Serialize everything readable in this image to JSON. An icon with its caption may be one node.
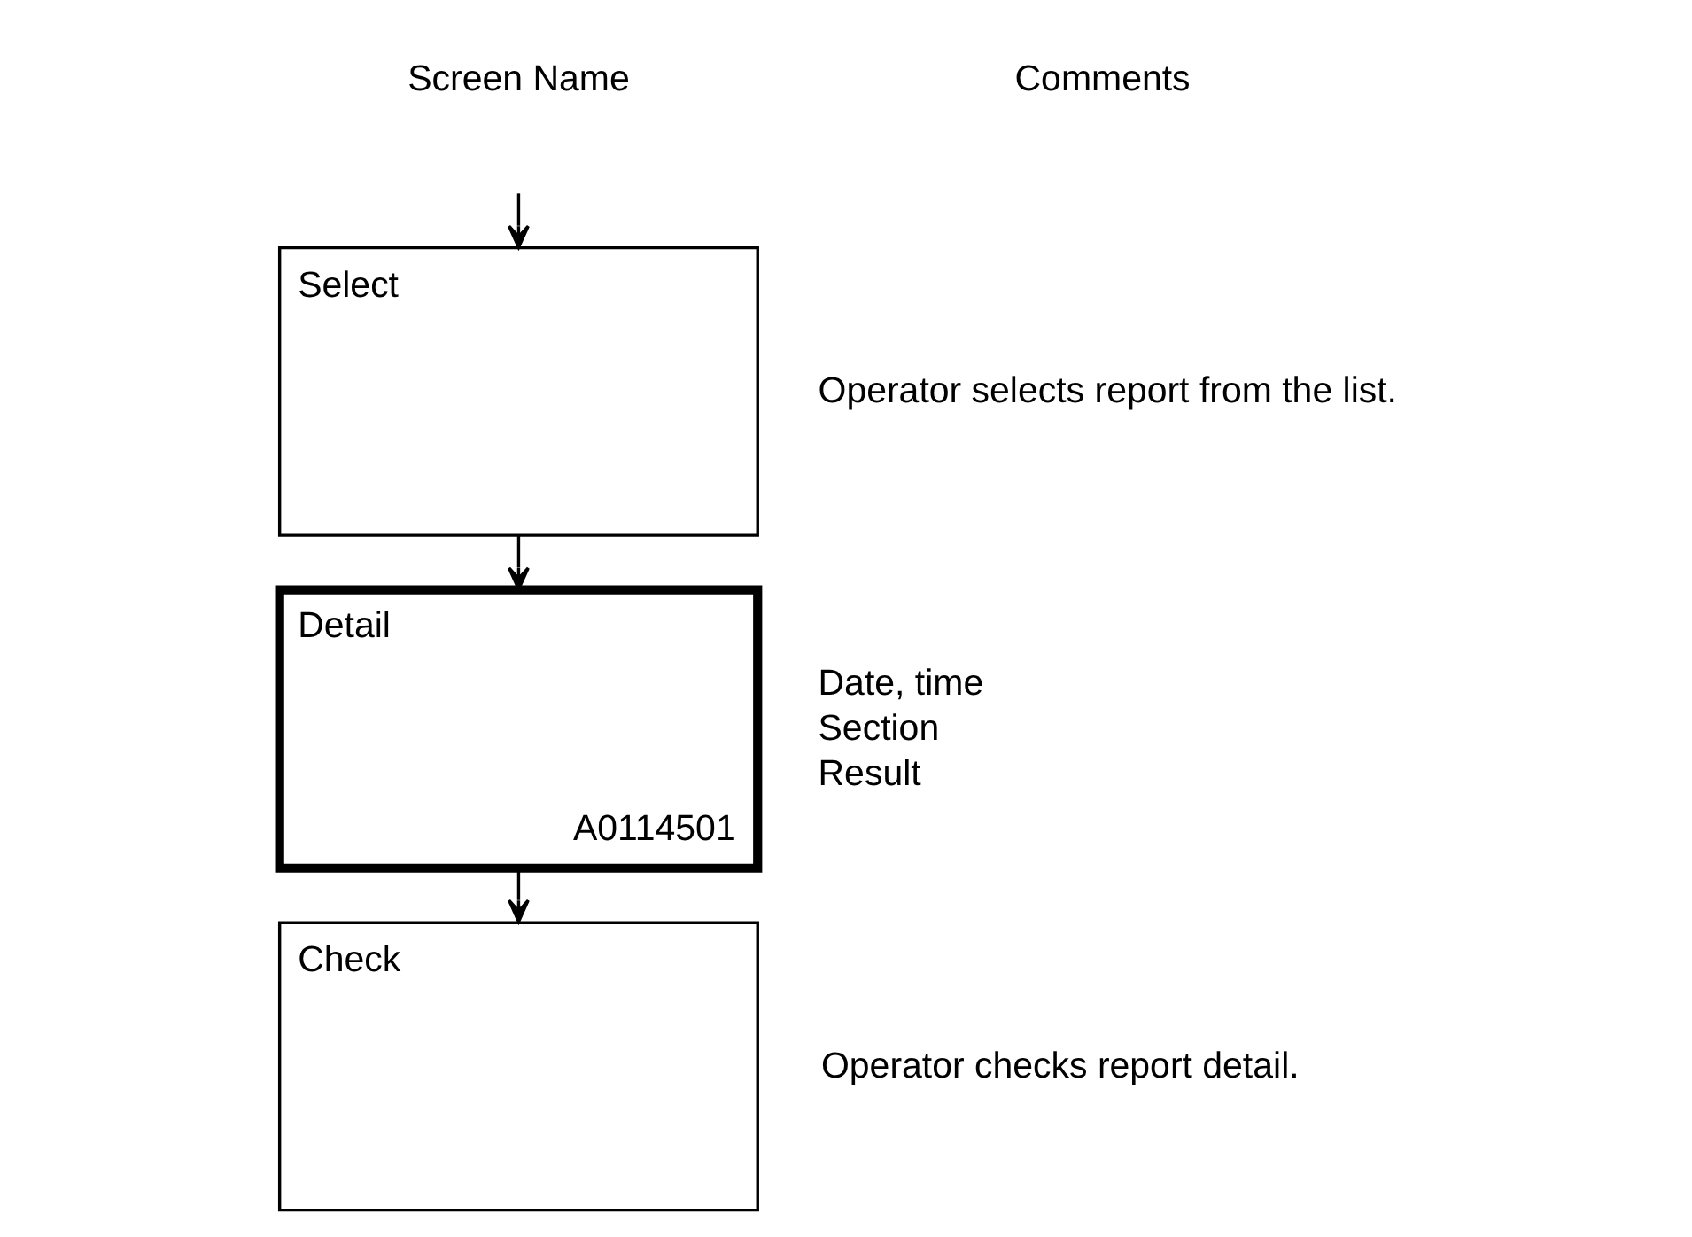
{
  "diagram": {
    "nodes": [
      {
        "text": [
          "Select"
        ],
        "beside": [
          "Operator selects report from the list."
        ]
      },
      {
        "text": [
          "Detail",
          "A0114501"
        ],
        "beside": [
          "Date, time",
          "Section",
          "Result"
        ]
      },
      {
        "text": [
          "Check"
        ],
        "beside": [
          "Operator checks report detail."
        ]
      }
    ],
    "edges": [
      {
        "from": null,
        "to": 0,
        "arrow": "to"
      },
      {
        "from": 0,
        "to": 1,
        "arrow": "to"
      },
      {
        "from": 1,
        "to": 2,
        "arrow": "to"
      }
    ],
    "labels": [
      "Screen Name",
      "Comments"
    ]
  }
}
